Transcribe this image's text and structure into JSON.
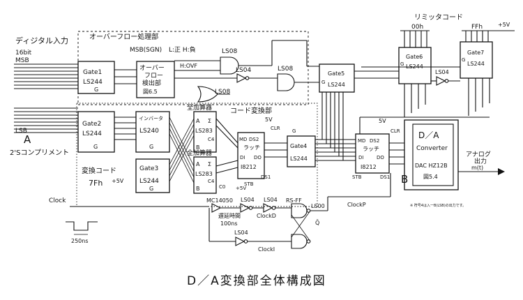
{
  "title": "D／A変換部全体構成図",
  "labels": {
    "digital_input": "ディジタル入力",
    "bits_16": "16bit",
    "msb": "MSB",
    "lsb": "LSB",
    "twos_complement": "2'Sコンプリメント",
    "overflow_section": "オーバーフロー処理部",
    "msb_sgn": "MSB(SGN)",
    "sign_legend": "L:正 H:負",
    "h_ovf": "H:OVF",
    "code_conv_section": "コード変換部",
    "conv_code": "変換コード",
    "code_7fh": "7Fh",
    "plus5v": "+5V",
    "plus5v_b": "5V",
    "clock": "Clock",
    "clockp": "ClockP",
    "clockd": "ClockD",
    "clocki": "ClockI",
    "delay_time": "遅延時間",
    "delay_ns": "100ns",
    "pulse_width": "250ns",
    "mc14050": "MC14050",
    "rs_ff": "RS-FF",
    "limiter_code": "リミッタコード",
    "code_00h": "00h",
    "code_ffh": "FFh",
    "analog_out": "アナログ",
    "analog_out2": "出力",
    "m_t": "m(t)",
    "mark_a": "A",
    "mark_b": "B",
    "stb": "STB",
    "ds1": "DS1",
    "ds2": "DS2",
    "clr": "CLR",
    "note": "※ 符号4は入一B(LSB)の出力です。"
  },
  "blocks": {
    "gate1": {
      "name": "Gate1",
      "part": "LS244",
      "pin": "G"
    },
    "gate2": {
      "name": "Gate2",
      "part": "LS244",
      "pin": "G"
    },
    "gate3": {
      "name": "Gate3",
      "part": "LS244",
      "pin": "G"
    },
    "gate4": {
      "name": "Gate4",
      "part": "LS244",
      "pin": "G"
    },
    "gate5": {
      "name": "Gate5",
      "part": "LS244",
      "pin": "G"
    },
    "gate6": {
      "name": "Gate6",
      "part": "LS244",
      "pin": "G"
    },
    "gate7": {
      "name": "Gate7",
      "part": "LS244",
      "pin": "G"
    },
    "inverter": {
      "name": "インバータ",
      "part": "LS240",
      "pin": "G"
    },
    "adder1": {
      "name": "全加算器",
      "part": "LS283",
      "a": "A",
      "b": "B",
      "sigma": "Σ",
      "c4": "C4"
    },
    "adder2": {
      "name": "全加算器",
      "part": "LS283",
      "a": "A",
      "b": "B",
      "sigma": "Σ",
      "c4": "C4",
      "c0": "C0"
    },
    "latch1": {
      "md": "MD",
      "ds2": "DS2",
      "name": "ラッチ",
      "di": "DI",
      "do": "DO",
      "part": "I8212"
    },
    "latch2": {
      "md": "MD",
      "ds2": "DS2",
      "name": "ラッチ",
      "di": "DI",
      "do": "DO",
      "part": "I8212"
    },
    "overflow_detect": {
      "line1": "オーバー",
      "line2": "フロー",
      "line3": "検出部",
      "ref": "図6.5"
    },
    "dac": {
      "line1": "D／A",
      "line2": "Converter",
      "line3": "DAC HZ12B",
      "ref": "図5.4"
    }
  },
  "gates": {
    "ls08_a": "LS08",
    "ls08_b": "LS08",
    "ls08_c": "LS08",
    "ls04_a": "LS04",
    "ls04_b": "LS04",
    "ls04_c": "LS04",
    "ls04_d": "LS04",
    "ls04_e": "LS04",
    "ls00": "LS00"
  }
}
